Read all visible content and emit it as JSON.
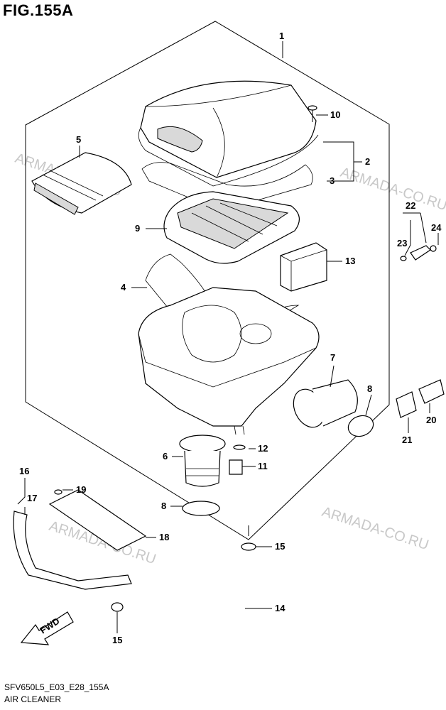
{
  "figure": {
    "title": "FIG.155A",
    "code": "SFV650L5_E03_E28_155A",
    "caption": "AIR CLEANER"
  },
  "watermark": "ARMADA-CO.RU",
  "fwd_label": "FWD",
  "callouts": {
    "p1": "1",
    "p2": "2",
    "p3": "3",
    "p4": "4",
    "p5": "5",
    "p6": "6",
    "p7": "7",
    "p8a": "8",
    "p8b": "8",
    "p9": "9",
    "p10": "10",
    "p11": "11",
    "p12": "12",
    "p13": "13",
    "p14": "14",
    "p15a": "15",
    "p15b": "15",
    "p16": "16",
    "p17": "17",
    "p18": "18",
    "p19": "19",
    "p20": "20",
    "p21": "21",
    "p22": "22",
    "p23": "23",
    "p24": "24"
  }
}
